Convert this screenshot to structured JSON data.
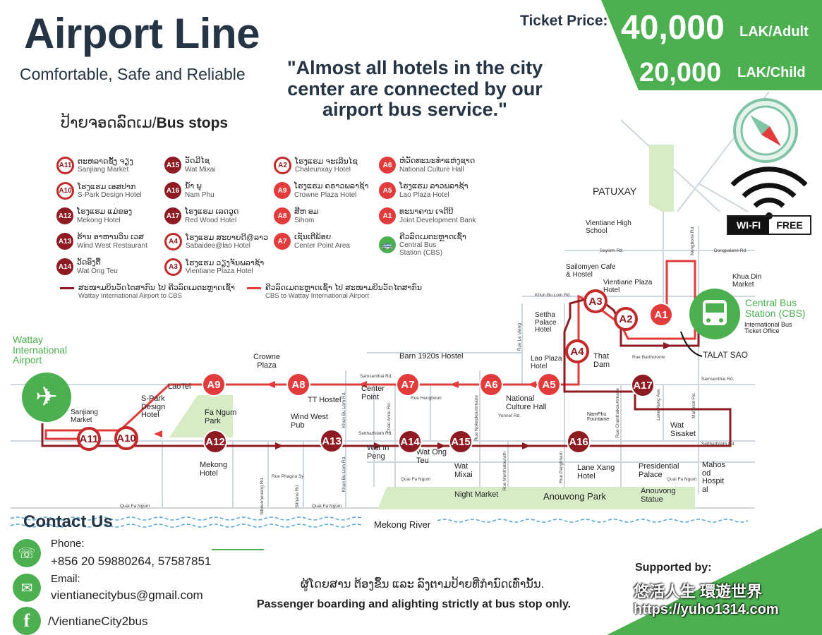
{
  "header": {
    "title": "Airport Line",
    "subtitle": "Comfortable, Safe and Reliable",
    "quote": "\"Almost all hotels in the city center are connected by our airport bus service.\""
  },
  "pricing": {
    "label": "Ticket Price:",
    "adult_amount": "40,000",
    "adult_unit": "LAK/Adult",
    "child_amount": "20,000",
    "child_unit": "LAK/Child"
  },
  "stops_heading_lao": "ປ້າຍຈອດລົດເມ/",
  "stops_heading_en": "Bus stops",
  "legend": [
    {
      "code": "A11",
      "style": "ring",
      "lao": "ຕະຫລາດຊັ້ງ ຈຽງ",
      "en": "Sanjiang Market"
    },
    {
      "code": "A10",
      "style": "ring",
      "lao": "ໂຮງແຮມ ເອສປາກ",
      "en": "S-Park Design Hotel"
    },
    {
      "code": "A12",
      "style": "drk",
      "lao": "ໂຮງແຮມ ແມ່ຂອງ",
      "en": "Mekong Hotel"
    },
    {
      "code": "A13",
      "style": "drk",
      "lao": "ຮ້ານ ອາຫານວິນ ເວສ",
      "en": "Wind West Restaurant"
    },
    {
      "code": "A14",
      "style": "drk",
      "lao": "ວັດອົງຕື້",
      "en": "Wat Ong Teu"
    },
    {
      "code": "A15",
      "style": "drk",
      "lao": "ວັດມີໄຊ",
      "en": "Wat Mixai"
    },
    {
      "code": "A16",
      "style": "drk",
      "lao": "ນໍ້າ ພຸ",
      "en": "Nam Phu"
    },
    {
      "code": "A17",
      "style": "drk",
      "lao": "ໂຮງແຮມ ເລດວູດ",
      "en": "Red Wood Hotel"
    },
    {
      "code": "A4",
      "style": "ring",
      "lao": "ໂຮງແຮມ ສະບາຍດີ@ລາວ",
      "en": "Sabaidee@lao Hotel"
    },
    {
      "code": "A3",
      "style": "ring",
      "lao": "ໂຮງແຮມ ວຽງຈັນພລາຊ້າ",
      "en": "Vientiane Plaza Hotel"
    },
    {
      "code": "A2",
      "style": "ring",
      "lao": "ໂຮງແຮມ ຈະເລີນໄຊ",
      "en": "Chaleunxay Hotel"
    },
    {
      "code": "A9",
      "style": "red",
      "lao": "ໂຮງແຮມ ຄຣາວພລາຊ້າ",
      "en": "Crowne Plaza Hotel"
    },
    {
      "code": "A8",
      "style": "red",
      "lao": "ສີຫ ອມ",
      "en": "Sihom"
    },
    {
      "code": "A7",
      "style": "red",
      "lao": "ເຊັນເຕີພ້ອຍ",
      "en": "Center Point Area"
    },
    {
      "code": "A6",
      "style": "red",
      "lao": "ຫໍວັດທະນະທຳແຫ່ງຊາດ",
      "en": "National Culture Hall"
    },
    {
      "code": "A5",
      "style": "red",
      "lao": "ໂຮງແຮມ ລາວພລາຊ້າ",
      "en": "Lao Plaza Hotel"
    },
    {
      "code": "A1",
      "style": "red",
      "lao": "ທະນາຄານ ເຈດີບີ",
      "en": "Joint Development Bank"
    },
    {
      "code": "",
      "style": "grn",
      "lao": "ຄີວລົດເມຕະຫຼາດເຊົ້າ",
      "en": "Central Bus Station (CBS)"
    }
  ],
  "line_legend": {
    "dark_lao": "ສະໜາມບິນວັດໄຕສາກົນ ໄປ ຄີວລົດເມຕະຫຼາດເຊົ້າ",
    "dark_en": "Wattay International Airport to CBS",
    "red_lao": "ຄີວລົດເມຕະຫຼາດເຊົ້າ ໄປ ສະໜາມບິນວັດໄຕສາກົນ",
    "red_en": "CBS to Wattay International Airport"
  },
  "colors": {
    "dark_route": "#8e1b22",
    "red_route": "#e23b3b",
    "green": "#4caf50",
    "navy": "#253545"
  },
  "map": {
    "airport": "Wattay International Airport",
    "cbs": "Central Bus Station (CBS)",
    "wifi": "WI-FI",
    "wifi_free": "FREE",
    "labels": {
      "patuxay": "PATUXAY",
      "vientiane_hs": "Vientiane High School",
      "khua_din": "Khua Din Market",
      "sailomyen": "Sailomyen Cafe & Hostel",
      "vientiane_plaza": "Vientiane Plaza Hotel",
      "settha": "Settha Palace Hotel",
      "intl_ticket": "International Bus Ticket Office",
      "talat_sao": "TALAT SAO",
      "barn": "Barn 1920s Hostel",
      "lao_plaza": "Lao Plaza Hotel",
      "that_dam": "That Dam",
      "crowne": "Crowne Plaza",
      "laotel": "LaoTel",
      "s_park": "S-Park Design Hotel",
      "fa_ngum": "Fa Ngum Park",
      "sanjiang": "Sanjiang Market",
      "tt_hostel": "TT Hostel",
      "center_point": "Center Point",
      "national_culture": "National Culture Hall",
      "wind_west": "Wind West Pub",
      "namphu": "NamPhu Fountaine",
      "wat_sisaket": "Wat Sisaket",
      "mekong_hotel": "Mekong Hotel",
      "wat_in_peng": "Wat In Peng",
      "wat_ong_teu": "Wat Ong Teu",
      "wat_mixai": "Wat Mixai",
      "lane_xang": "Lane Xang Hotel",
      "presidential": "Presidential Palace",
      "mahosot": "Mahos od Hospit al",
      "night_market": "Night Market",
      "anouvong_park": "Anouvong Park",
      "anouvong_statue": "Anouvong Statue",
      "mekong_river": "Mekong River"
    },
    "roads": {
      "saylom": "Saylom Rd.",
      "dongpalane": "Dongpalané Rd.",
      "nongbone": "Nongbone Rd.",
      "khun_bu_lom": "Khun Bu Lom Rd.",
      "samsenthai": "Samsenthai Rd.",
      "rue_bartholonie": "Rue Bartholonie",
      "rue_hengboun": "Rue Hengboun",
      "setthathilath": "Setthathilath Rd.",
      "quai_fa_ngum": "Quai Fa Ngum",
      "rue_phagna_sy": "Rue Phagna Sy",
      "yonnet": "Yonnet Rd.",
      "chao_anou": "Chao Anou Rd.",
      "rue_nokeokoummane": "Rue Nokeokoummane",
      "rue_manthatourath": "Rue Manthatourath",
      "rue_pangkham": "Rue Pangkham",
      "rue_chanthakoummane": "Rue Chanthakoummane",
      "lane_xang": "Lane Xang Ave.",
      "mahosot_rd": "Mahosot Rd.",
      "khun_bu_lom_v": "Khun Bu Lom Rd.",
      "rue_le_vieng": "Rue Le Vieng",
      "sibounheuang": "Sibounheuang Rd.",
      "sithane": "Sithane Rd."
    }
  },
  "map_stops": [
    {
      "code": "A1",
      "style": "red"
    },
    {
      "code": "A2",
      "style": "ring"
    },
    {
      "code": "A3",
      "style": "ring"
    },
    {
      "code": "A4",
      "style": "ring"
    },
    {
      "code": "A5",
      "style": "red"
    },
    {
      "code": "A6",
      "style": "red"
    },
    {
      "code": "A7",
      "style": "red"
    },
    {
      "code": "A8",
      "style": "red"
    },
    {
      "code": "A9",
      "style": "red"
    },
    {
      "code": "A10",
      "style": "ring"
    },
    {
      "code": "A11",
      "style": "ring"
    },
    {
      "code": "A12",
      "style": "drk"
    },
    {
      "code": "A13",
      "style": "drk"
    },
    {
      "code": "A14",
      "style": "drk"
    },
    {
      "code": "A15",
      "style": "drk"
    },
    {
      "code": "A16",
      "style": "drk"
    },
    {
      "code": "A17",
      "style": "drk"
    }
  ],
  "contact": {
    "heading": "Contact Us",
    "phone_label": "Phone:",
    "phone": "+856 20 59880264, 57587851",
    "email_label": "Email:",
    "email": "vientianecitybus@gmail.com",
    "facebook": "/VientianeCity2bus"
  },
  "footer": {
    "notice_lao": "ຜູ້ໂດຍສານ ຕ້ອງຂຶ້ນ ແລະ ລົງຕາມປ້າຍທີ່ກຳນົດເທົ່ານັ້ນ.",
    "notice_en": "Passenger boarding and alighting strictly at bus stop only.",
    "supported": "Supported by:",
    "watermark_cn": "悠活人生  環遊世界",
    "watermark_url": "https://yuho1314.com"
  }
}
